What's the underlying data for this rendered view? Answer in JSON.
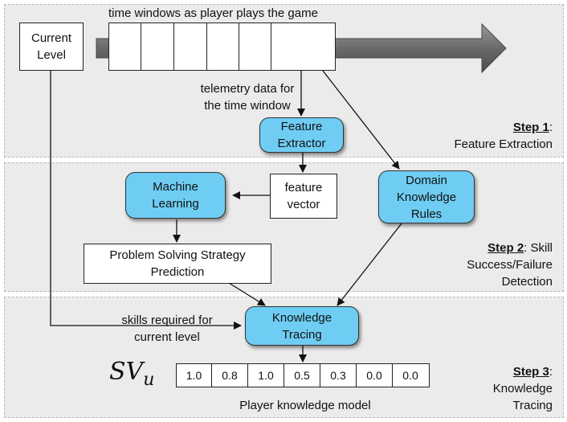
{
  "diagram": {
    "timeline_label": "time windows as player plays the game",
    "current_level": "Current\nLevel",
    "telemetry_label": "telemetry data for\nthe time window",
    "feature_extractor": "Feature\nExtractor",
    "feature_vector": "feature\nvector",
    "machine_learning": "Machine\nLearning",
    "domain_rules": "Domain\nKnowledge\nRules",
    "strategy_prediction": "Problem Solving Strategy\nPrediction",
    "skills_label": "skills required for\ncurrent level",
    "knowledge_tracing": "Knowledge\nTracing",
    "sv_symbol": "SV",
    "sv_subscript": "u",
    "sv_values": [
      "1.0",
      "0.8",
      "1.0",
      "0.5",
      "0.3",
      "0.0",
      "0.0"
    ],
    "model_label": "Player knowledge model"
  },
  "steps": [
    {
      "title": "Step 1",
      "suffix": ":",
      "desc": "Feature Extraction"
    },
    {
      "title": "Step 2",
      "suffix": ": Skill",
      "desc": "Success/Failure\nDetection"
    },
    {
      "title": "Step 3",
      "suffix": ":",
      "desc": "Knowledge\nTracing"
    }
  ],
  "colors": {
    "panel_bg": "#ebebeb",
    "process_box": "#6fcdf3",
    "arrow": "#111111"
  }
}
